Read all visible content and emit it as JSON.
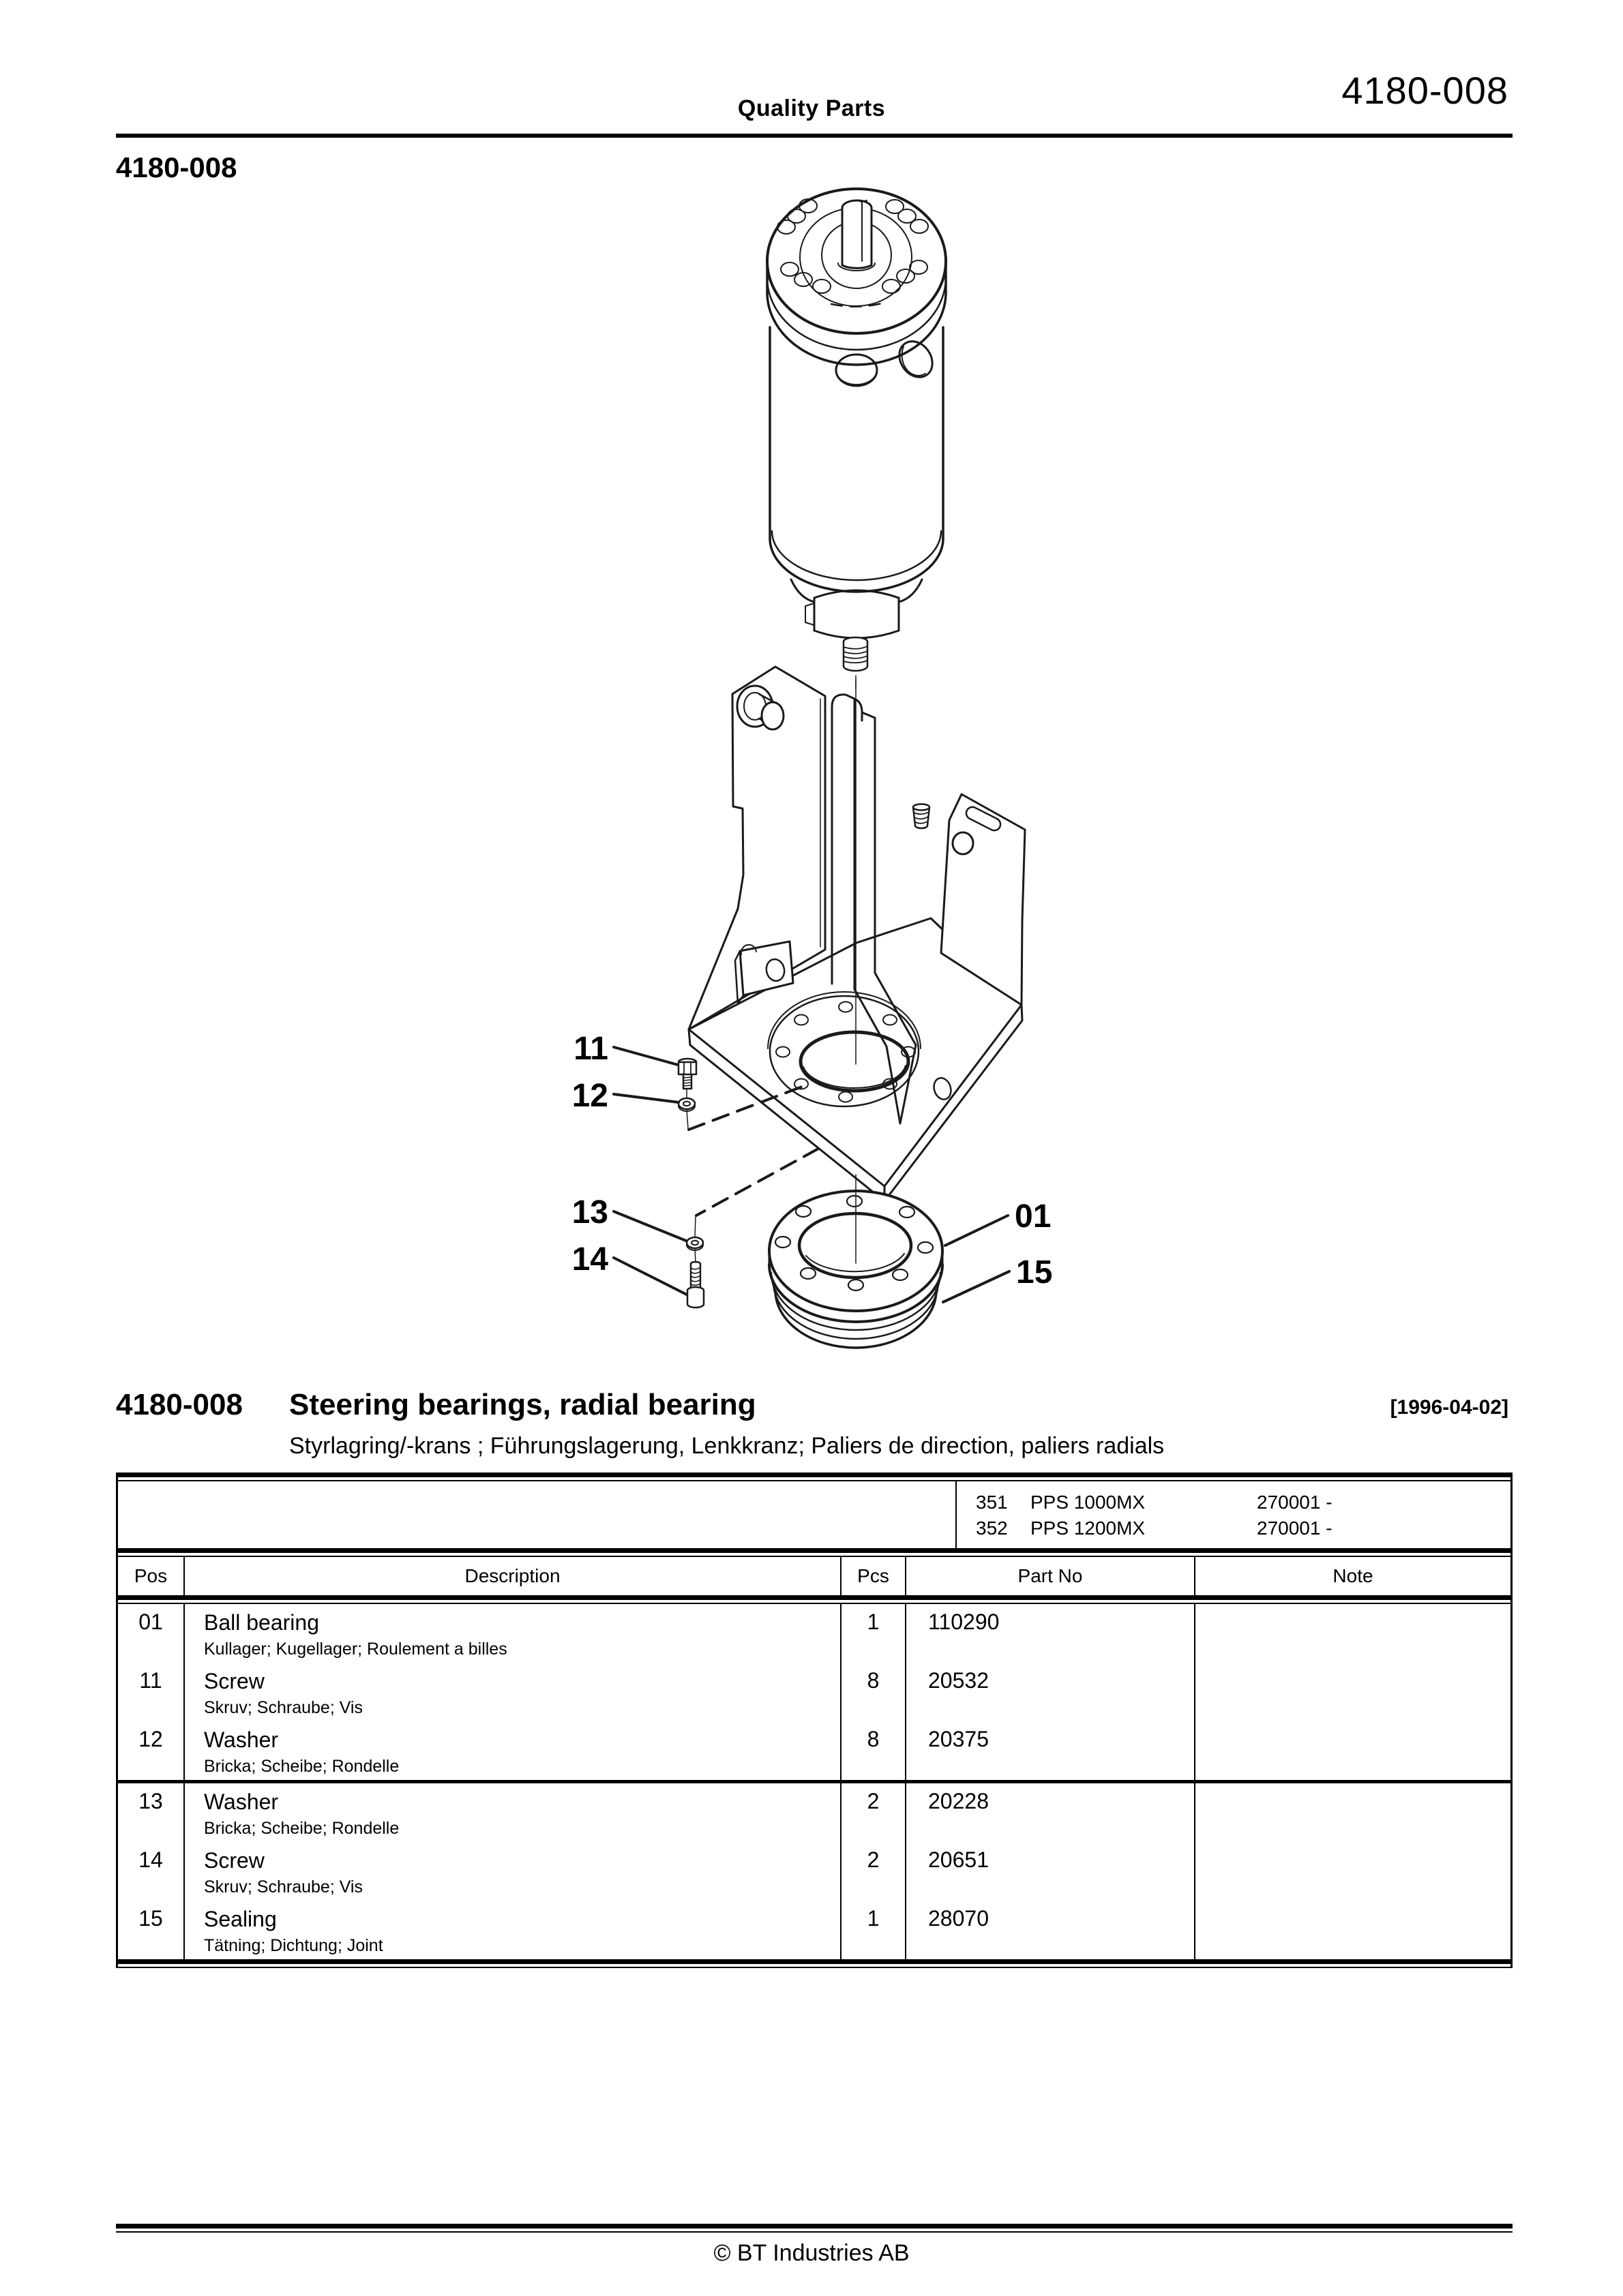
{
  "page": {
    "header_title": "Quality Parts",
    "doc_number": "4180-008",
    "page_number": "4180-008",
    "footer": "© BT Industries AB"
  },
  "section": {
    "number": "4180-008",
    "title": "Steering bearings, radial bearing",
    "date": "[1996-04-02]",
    "subtitle": "Styrlagring/-krans ; Führungslagerung, Lenkkranz; Paliers de direction, paliers radials"
  },
  "models": [
    {
      "code": "351",
      "name": "PPS 1000MX",
      "serial": "270001 -"
    },
    {
      "code": "352",
      "name": "PPS 1200MX",
      "serial": "270001 -"
    }
  ],
  "table": {
    "headers": {
      "pos": "Pos",
      "description": "Description",
      "pcs": "Pcs",
      "part_no": "Part No",
      "note": "Note"
    },
    "rows": [
      {
        "pos": "01",
        "description": "Ball bearing",
        "description_alt": "Kullager; Kugellager; Roulement a billes",
        "pcs": "1",
        "part_no": "110290",
        "note": ""
      },
      {
        "pos": "11",
        "description": "Screw",
        "description_alt": "Skruv; Schraube; Vis",
        "pcs": "8",
        "part_no": "20532",
        "note": ""
      },
      {
        "pos": "12",
        "description": "Washer",
        "description_alt": "Bricka; Scheibe; Rondelle",
        "pcs": "8",
        "part_no": "20375",
        "note": ""
      },
      {
        "pos": "13",
        "description": "Washer",
        "description_alt": "Bricka; Scheibe; Rondelle",
        "pcs": "2",
        "part_no": "20228",
        "note": ""
      },
      {
        "pos": "14",
        "description": "Screw",
        "description_alt": "Skruv; Schraube; Vis",
        "pcs": "2",
        "part_no": "20651",
        "note": ""
      },
      {
        "pos": "15",
        "description": "Sealing",
        "description_alt": "Tätning; Dichtung; Joint",
        "pcs": "1",
        "part_no": "28070",
        "note": ""
      }
    ]
  },
  "drawing": {
    "callouts": [
      {
        "label": "11"
      },
      {
        "label": "12"
      },
      {
        "label": "13"
      },
      {
        "label": "14"
      },
      {
        "label": "01"
      },
      {
        "label": "15"
      }
    ]
  }
}
